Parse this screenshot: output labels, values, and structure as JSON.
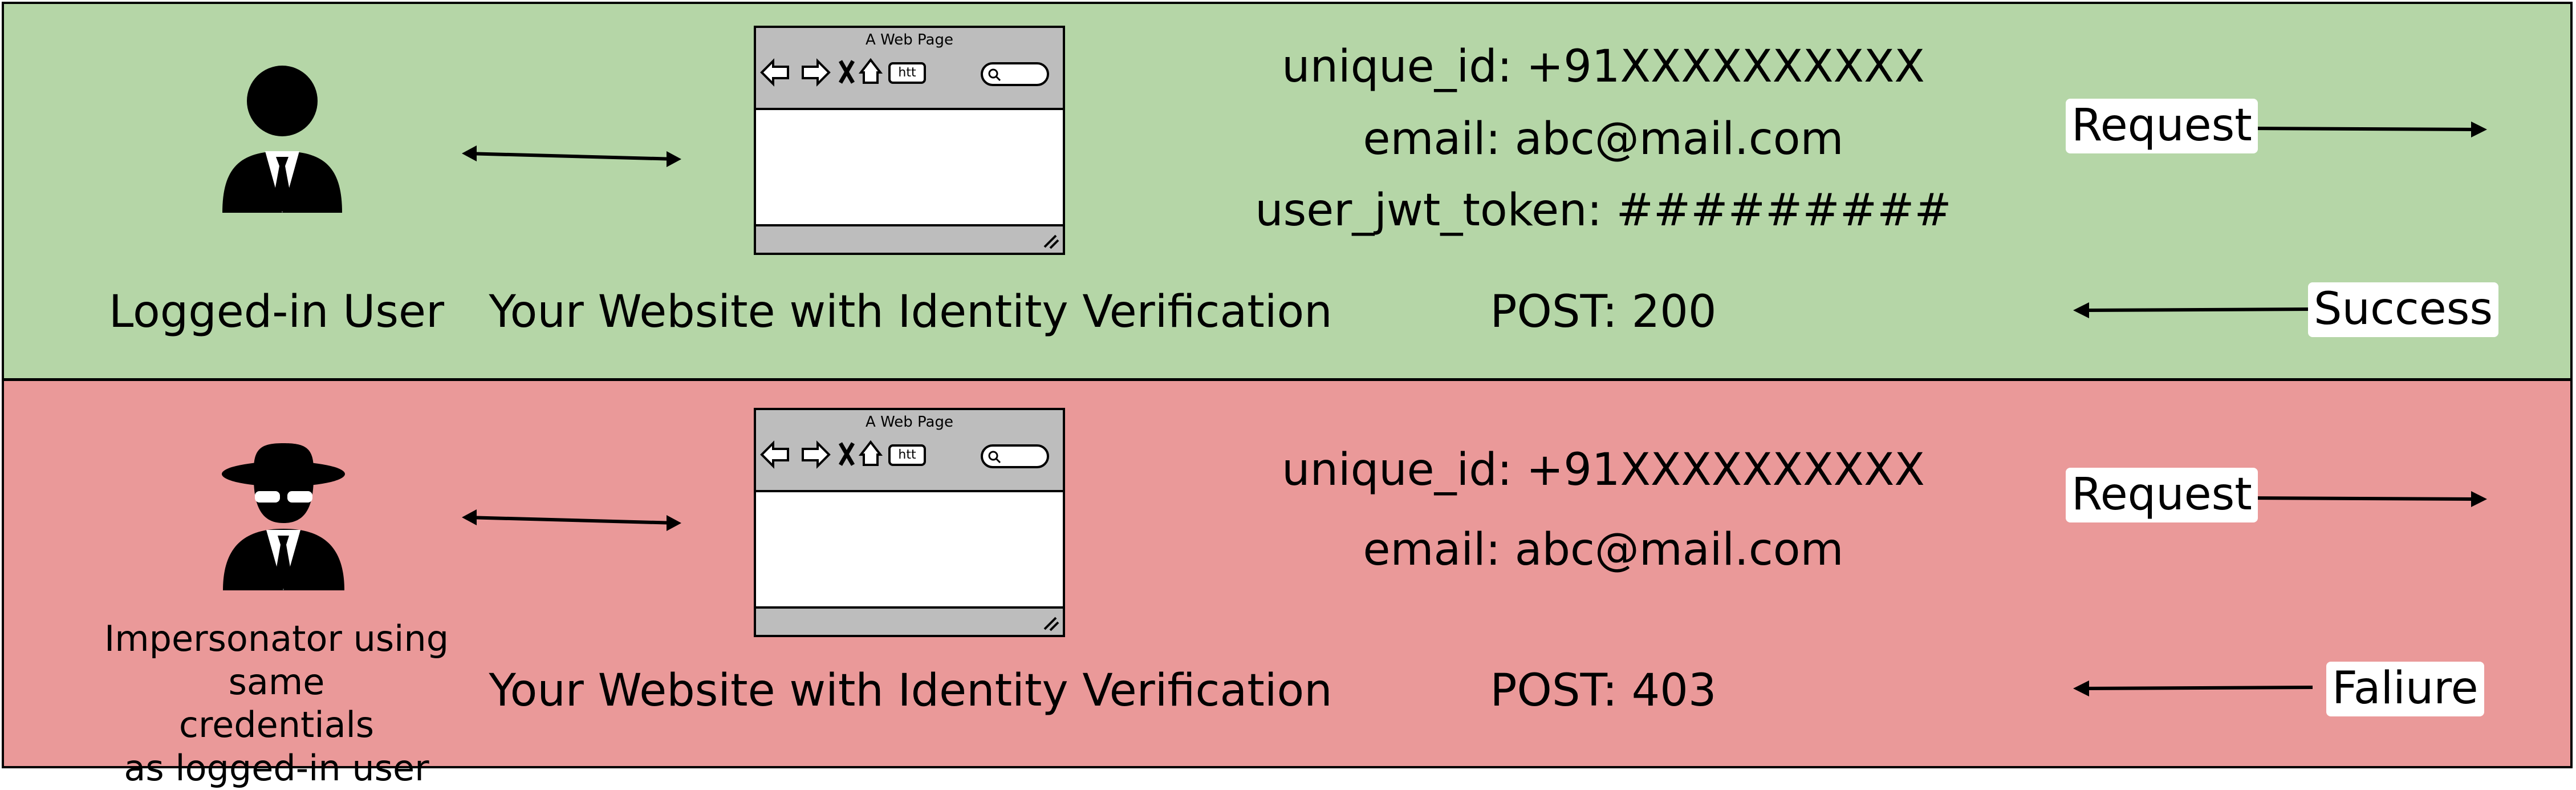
{
  "success_scenario": {
    "actor_label": "Logged-in User",
    "website_label": "Your Website with Identity Verification",
    "browser_title": "A Web Page",
    "browser_url_button": "htt",
    "payload": [
      "unique_id: +91XXXXXXXXXX",
      "email: abc@mail.com",
      "user_jwt_token: #########"
    ],
    "status": "POST: 200",
    "request_label": "Request",
    "response_label": "Success",
    "background": "#b5d6a7"
  },
  "failure_scenario": {
    "actor_label_lines": [
      "Impersonator using same",
      "credentials",
      "as logged-in user"
    ],
    "website_label": "Your Website with Identity Verification",
    "browser_title": "A Web Page",
    "browser_url_button": "htt",
    "payload": [
      "unique_id: +91XXXXXXXXXX",
      "email: abc@mail.com"
    ],
    "status": "POST: 403",
    "request_label": "Request",
    "response_label": "Faliure",
    "background": "#ea9999"
  },
  "icons": [
    "user-icon",
    "spy-icon",
    "browser-window-icon",
    "double-arrow-icon",
    "right-arrow-icon",
    "left-arrow-icon"
  ]
}
